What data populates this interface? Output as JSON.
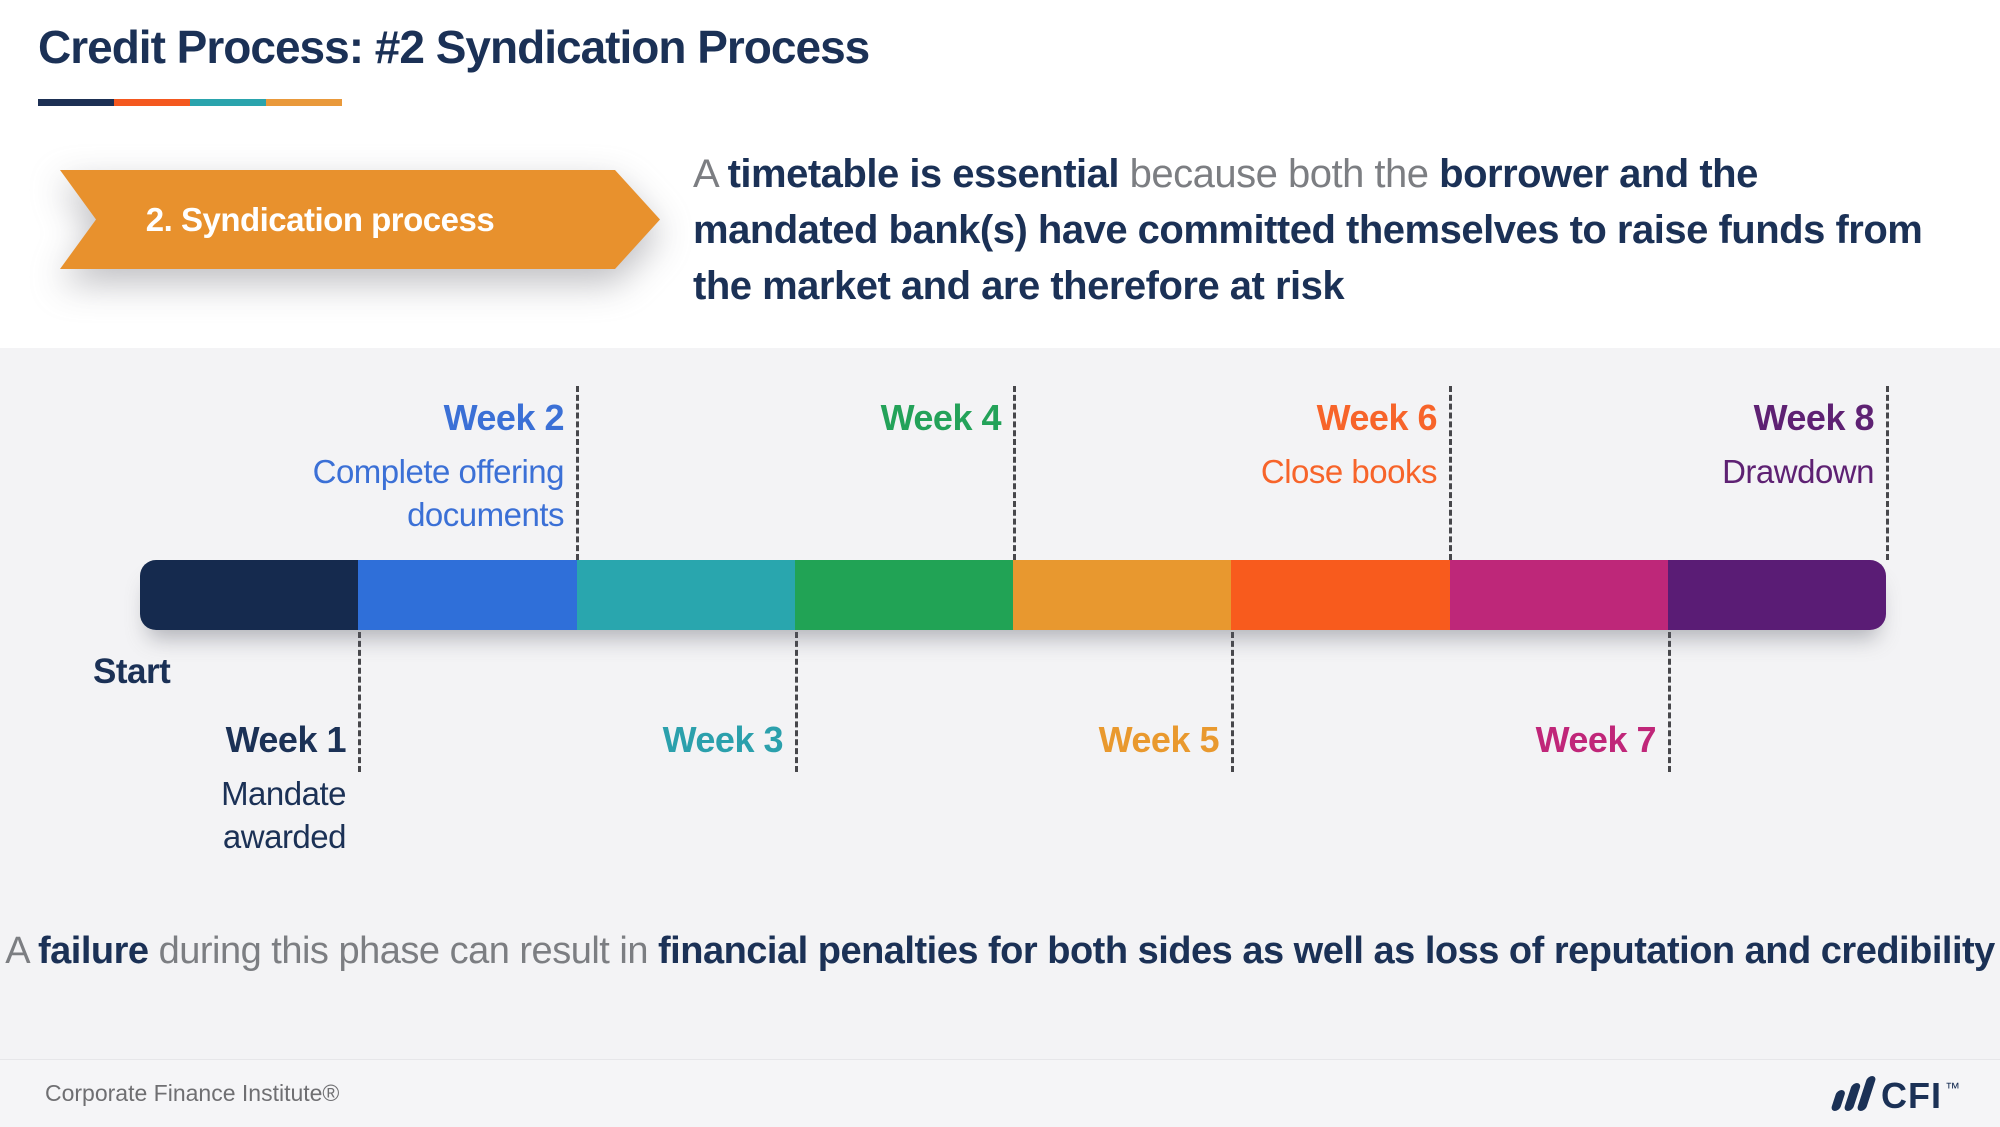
{
  "header": {
    "title": "Credit Process: #2 Syndication Process",
    "underline_colors": [
      "#1d3054",
      "#f4581f",
      "#2aa4ad",
      "#e9993b"
    ]
  },
  "banner": {
    "label": "2. Syndication process",
    "bg_color": "#e8912d"
  },
  "intro": {
    "s1": "A ",
    "s2": "timetable is essential",
    "s3": " because both the ",
    "s4": "borrower and the mandated bank(s) have committed themselves to raise funds from the market and are therefore at risk"
  },
  "timeline": {
    "start_label": "Start",
    "dash_color": "#47474b",
    "weeks": [
      {
        "name": "Week 1",
        "sub": "Mandate awarded",
        "label_color": "#1b3156",
        "bar_color": "#152a4e",
        "side": "below"
      },
      {
        "name": "Week 2",
        "sub": "Complete offering documents",
        "label_color": "#3b70d6",
        "bar_color": "#2f6fd9",
        "side": "above"
      },
      {
        "name": "Week 3",
        "sub": "",
        "label_color": "#2ba0ac",
        "bar_color": "#29a6ae",
        "side": "below"
      },
      {
        "name": "Week 4",
        "sub": "",
        "label_color": "#23a259",
        "bar_color": "#21a355",
        "side": "above"
      },
      {
        "name": "Week 5",
        "sub": "",
        "label_color": "#e9992e",
        "bar_color": "#e8982f",
        "side": "below"
      },
      {
        "name": "Week 6",
        "sub": "Close books",
        "label_color": "#f7642a",
        "bar_color": "#f85b1d",
        "side": "above"
      },
      {
        "name": "Week 7",
        "sub": "",
        "label_color": "#c02679",
        "bar_color": "#be2779",
        "side": "below"
      },
      {
        "name": "Week 8",
        "sub": "Drawdown",
        "label_color": "#5e2173",
        "bar_color": "#5a1c75",
        "side": "above"
      }
    ]
  },
  "footnote": {
    "s1": "A ",
    "s2": "failure",
    "s3": " during this phase can result in ",
    "s4": "financial penalties for both sides as well as loss of reputation and credibility"
  },
  "footer": {
    "brand": "Corporate Finance Institute®",
    "logo_text": "CFI",
    "logo_tm": "™"
  }
}
